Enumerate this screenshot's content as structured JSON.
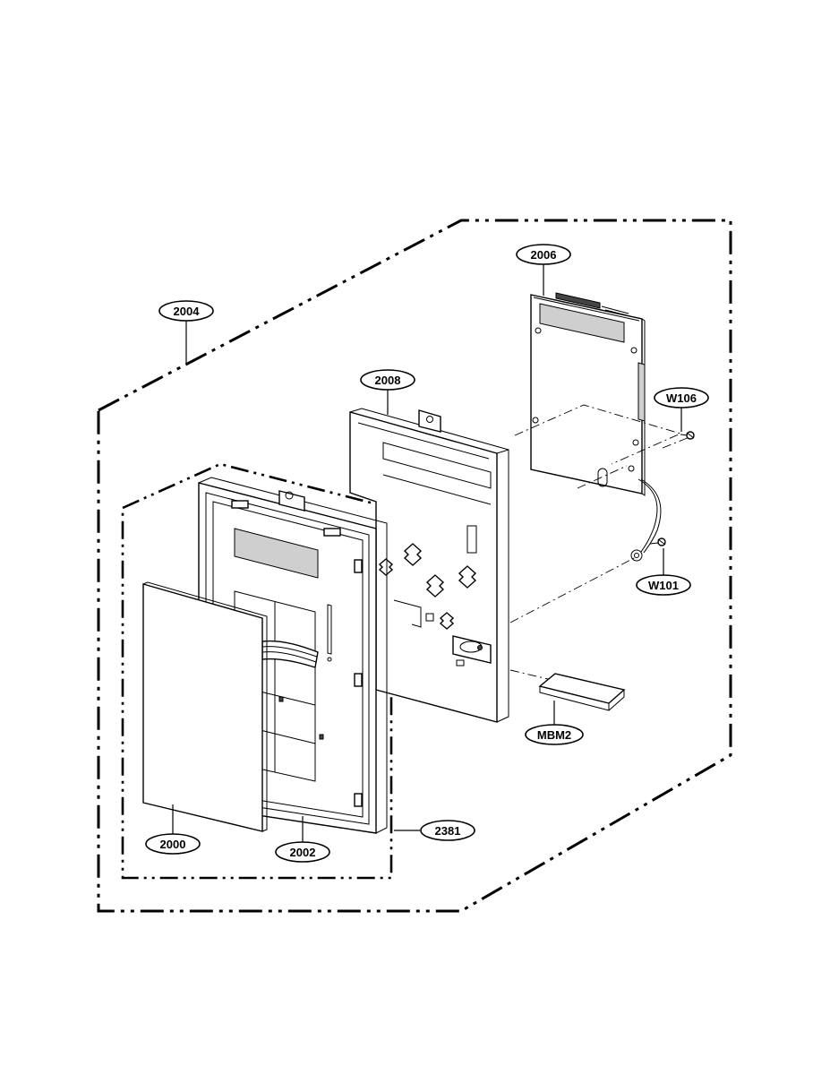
{
  "diagram": {
    "part_labels": {
      "p2004": "2004",
      "p2006": "2006",
      "p2008": "2008",
      "w106": "W106",
      "w101": "W101",
      "mbm2": "MBM2",
      "p2000": "2000",
      "p2002": "2002",
      "p2381": "2381"
    }
  }
}
